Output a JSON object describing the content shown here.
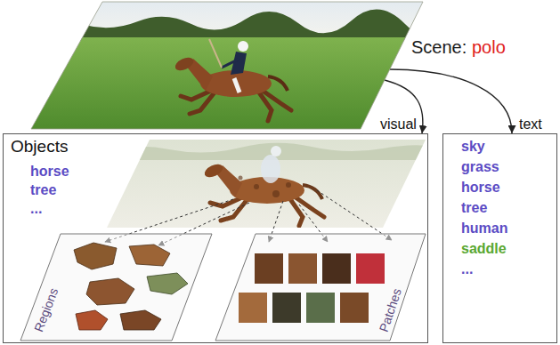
{
  "diagram": {
    "nodes": [
      {
        "text": [
          "Scene:",
          "polo"
        ]
      },
      {
        "text": [
          "Objects",
          "horse",
          "tree",
          "..."
        ]
      },
      {
        "text": [
          "Regions"
        ],
        "in": 1
      },
      {
        "text": [
          "Patches"
        ],
        "in": 1
      },
      {
        "text": [
          "sky",
          "grass",
          "horse",
          "tree",
          "human",
          "saddle",
          "..."
        ]
      }
    ],
    "edges": [
      {
        "from": 0,
        "to": 1,
        "arrow": "to",
        "label": "visual"
      },
      {
        "from": 0,
        "to": 4,
        "arrow": "to",
        "label": "text"
      }
    ]
  }
}
